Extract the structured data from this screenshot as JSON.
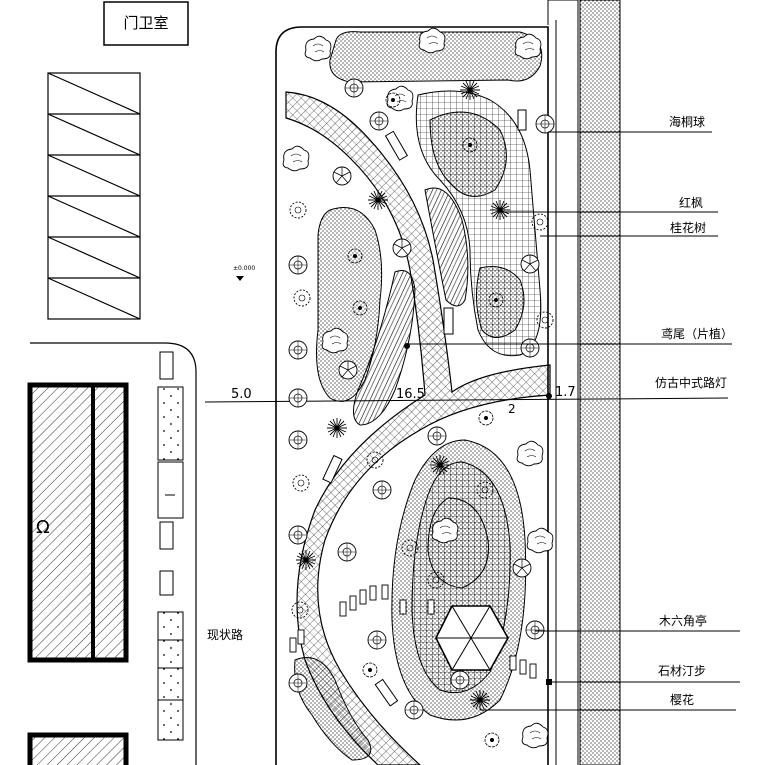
{
  "title_gate": "门卫室",
  "elevation_mark": "±0.000",
  "road_label": "现状路",
  "building_mark": "Ω",
  "levels": {
    "left": "5.0",
    "mid": "16.5",
    "right": "1.7",
    "slope": "2"
  },
  "legend": [
    {
      "id": "haitong",
      "label": "海桐球"
    },
    {
      "id": "hongfeng",
      "label": "红枫"
    },
    {
      "id": "guihua",
      "label": "桂花树"
    },
    {
      "id": "yuanwei",
      "label": "鸢尾（片植）"
    },
    {
      "id": "lamp",
      "label": "仿古中式路灯"
    },
    {
      "id": "pavilion",
      "label": "木六角亭"
    },
    {
      "id": "stepping",
      "label": "石材汀步"
    },
    {
      "id": "sakura",
      "label": "樱花"
    }
  ]
}
